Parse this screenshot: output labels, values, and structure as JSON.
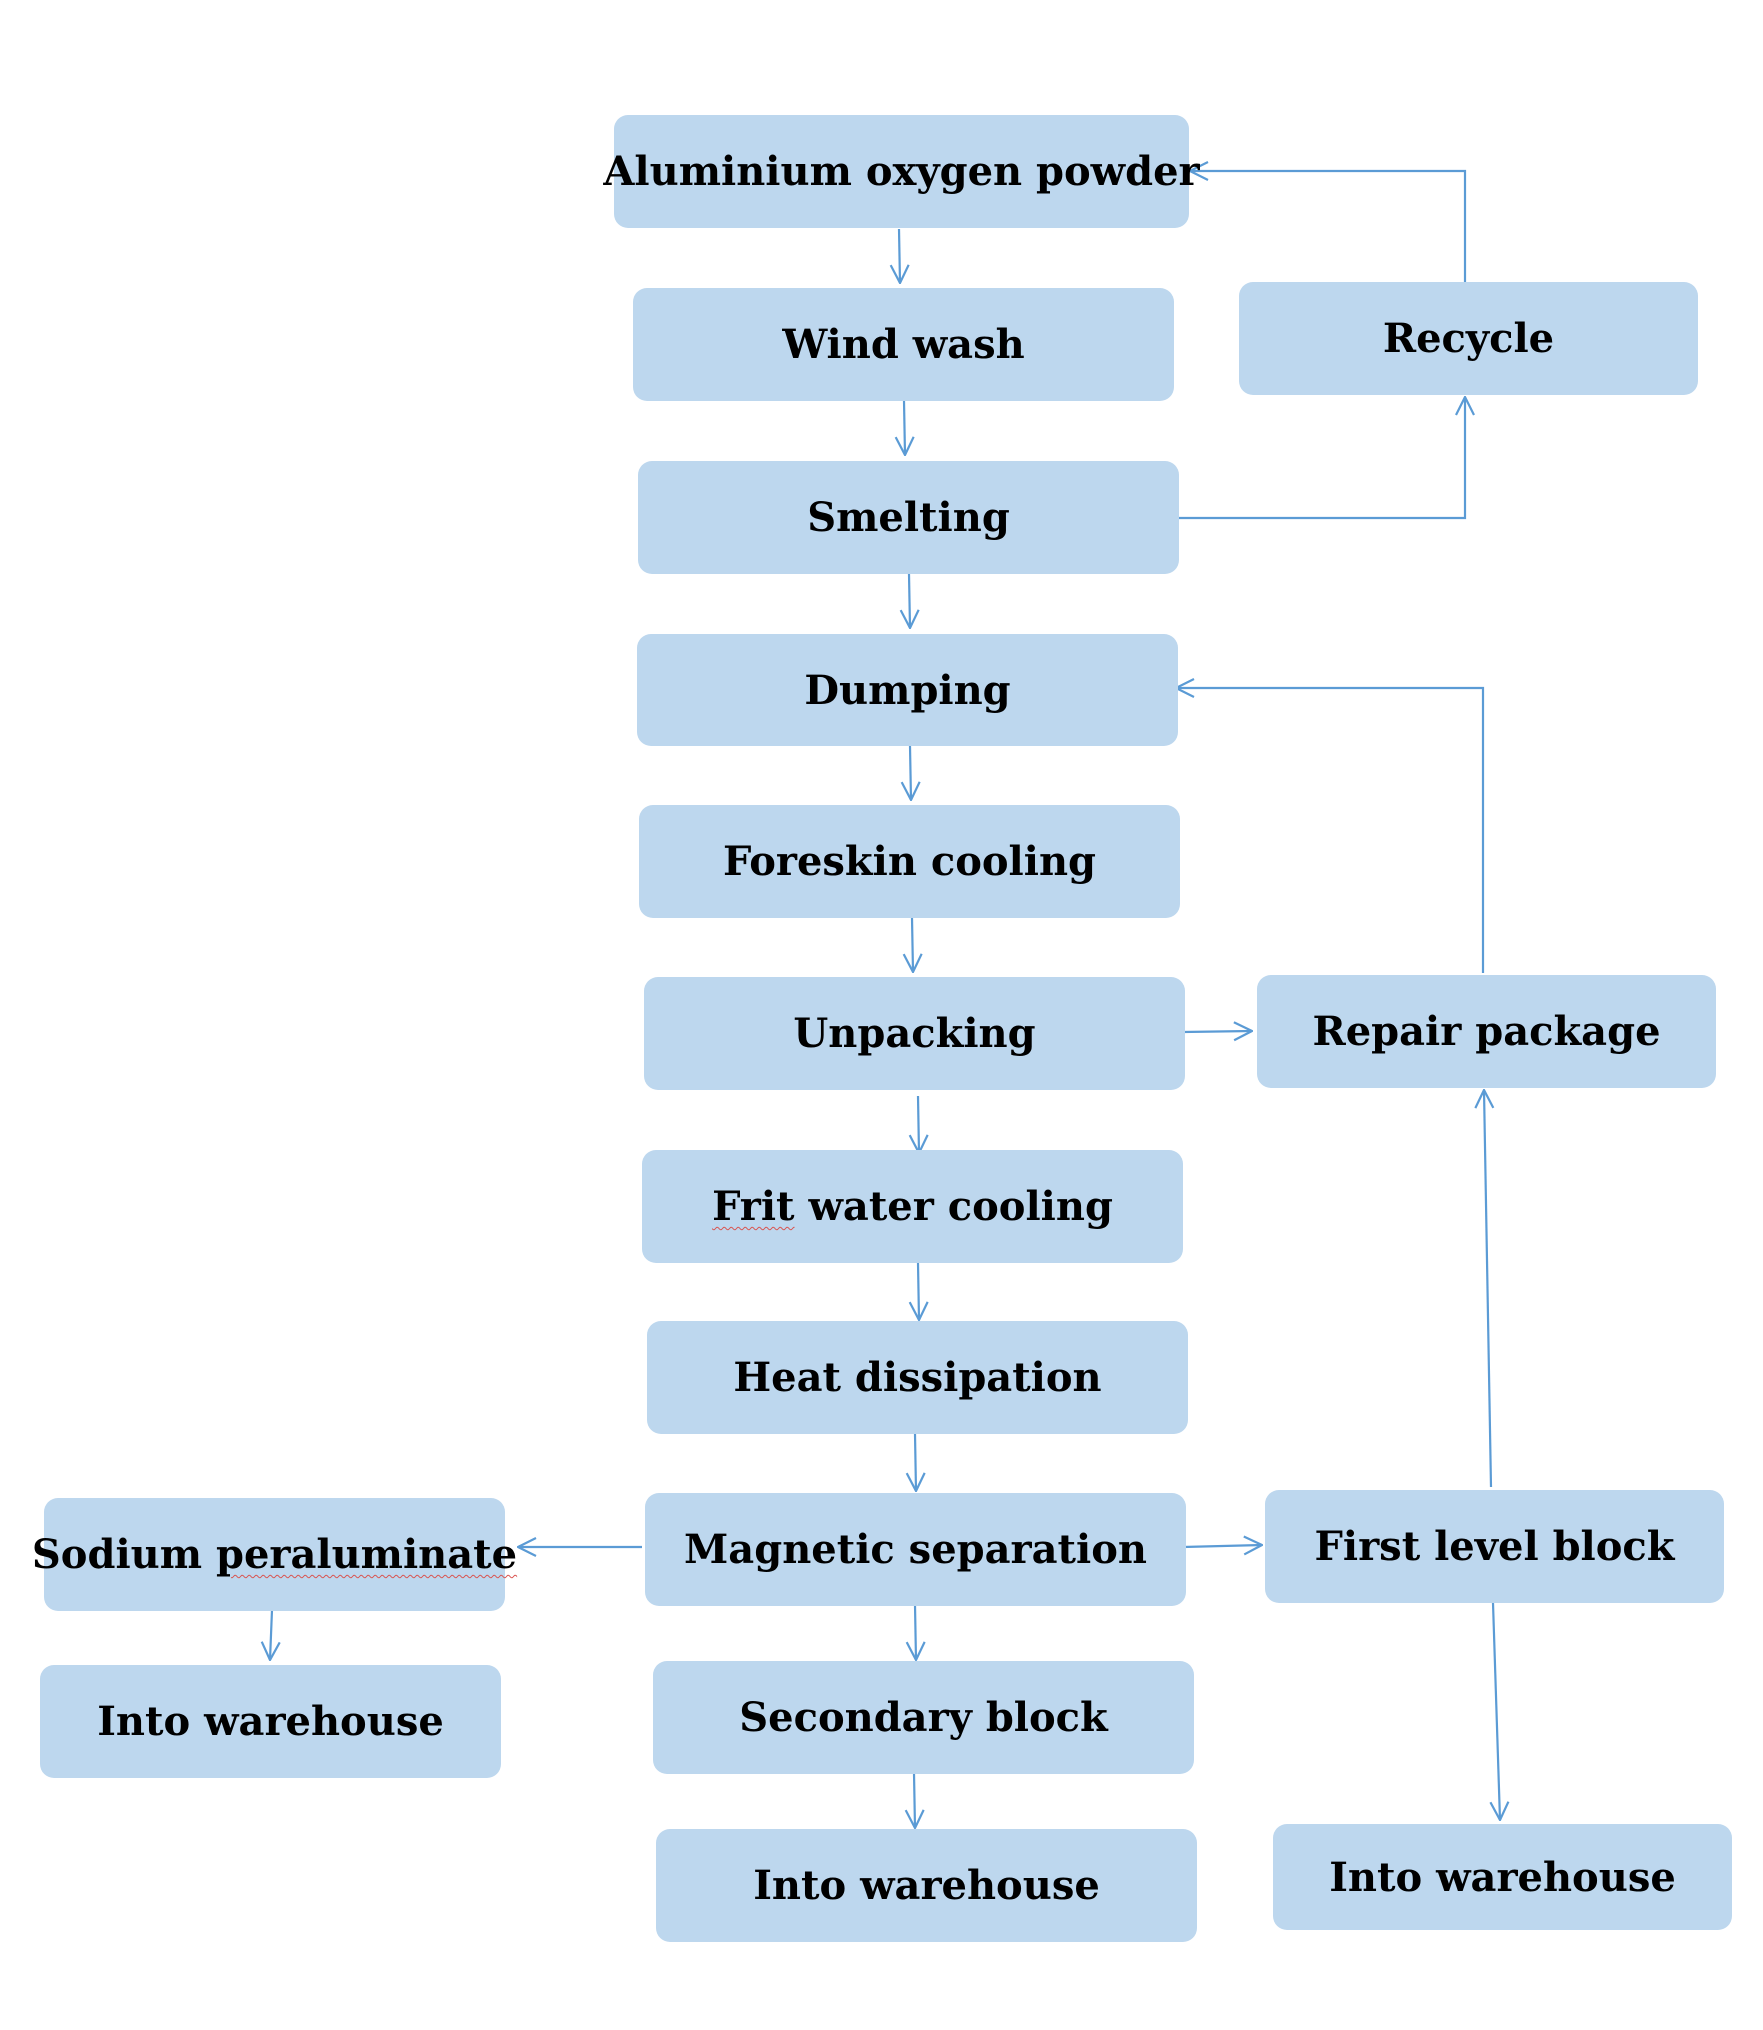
{
  "diagram": {
    "colors": {
      "box_fill": "#bdd7ee",
      "connector": "#5b9bd5",
      "text": "#000000",
      "spellcheck_underline": "#d9534f"
    },
    "nodes": {
      "aluminium_oxygen_powder": "Aluminium oxygen powder",
      "wind_wash": "Wind wash",
      "recycle": "Recycle",
      "smelting": "Smelting",
      "dumping": "Dumping",
      "foreskin_cooling": "Foreskin cooling",
      "unpacking": "Unpacking",
      "repair_package": "Repair package",
      "frit_word": "Frit",
      "frit_rest": " water cooling",
      "heat_dissipation": "Heat dissipation",
      "sodium_word": "Sodium ",
      "sodium_rest": "peraluminate",
      "magnetic_separation": "Magnetic separation",
      "first_level_block": "First level block",
      "into_warehouse_left": "Into warehouse",
      "secondary_block": "Secondary block",
      "into_warehouse_center": "Into warehouse",
      "into_warehouse_right": "Into warehouse"
    },
    "edges": [
      {
        "from": "Aluminium oxygen powder",
        "to": "Wind wash"
      },
      {
        "from": "Wind wash",
        "to": "Smelting"
      },
      {
        "from": "Smelting",
        "to": "Recycle"
      },
      {
        "from": "Recycle",
        "to": "Aluminium oxygen powder"
      },
      {
        "from": "Smelting",
        "to": "Dumping"
      },
      {
        "from": "Dumping",
        "to": "Foreskin cooling"
      },
      {
        "from": "Foreskin cooling",
        "to": "Unpacking"
      },
      {
        "from": "Unpacking",
        "to": "Repair package"
      },
      {
        "from": "Repair package",
        "to": "Dumping"
      },
      {
        "from": "Unpacking",
        "to": "Frit water cooling"
      },
      {
        "from": "Frit water cooling",
        "to": "Heat dissipation"
      },
      {
        "from": "Heat dissipation",
        "to": "Magnetic separation"
      },
      {
        "from": "Magnetic separation",
        "to": "Sodium peraluminate"
      },
      {
        "from": "Magnetic separation",
        "to": "First level block"
      },
      {
        "from": "Magnetic separation",
        "to": "Secondary block"
      },
      {
        "from": "Sodium peraluminate",
        "to": "Into warehouse"
      },
      {
        "from": "Secondary block",
        "to": "Into warehouse"
      },
      {
        "from": "First level block",
        "to": "Repair package"
      },
      {
        "from": "First level block",
        "to": "Into warehouse"
      }
    ]
  }
}
